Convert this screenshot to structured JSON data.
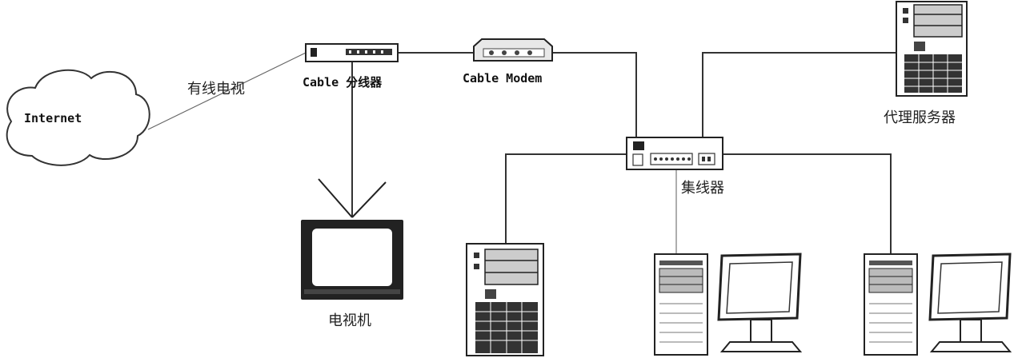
{
  "diagram": {
    "nodes": {
      "internet": {
        "label": "Internet"
      },
      "cable_tv": {
        "label": "有线电视"
      },
      "splitter": {
        "label": "Cable 分线器"
      },
      "modem": {
        "label": "Cable Modem"
      },
      "proxy": {
        "label": "代理服务器"
      },
      "hub": {
        "label": "集线器"
      },
      "tv": {
        "label": "电视机"
      }
    },
    "edges": [
      {
        "from": "internet",
        "to": "splitter",
        "label": "有线电视"
      },
      {
        "from": "splitter",
        "to": "modem"
      },
      {
        "from": "splitter",
        "to": "tv"
      },
      {
        "from": "modem",
        "to": "hub"
      },
      {
        "from": "proxy",
        "to": "hub"
      },
      {
        "from": "hub",
        "to": "server"
      },
      {
        "from": "hub",
        "to": "workstation-1"
      },
      {
        "from": "hub",
        "to": "workstation-2"
      }
    ]
  }
}
